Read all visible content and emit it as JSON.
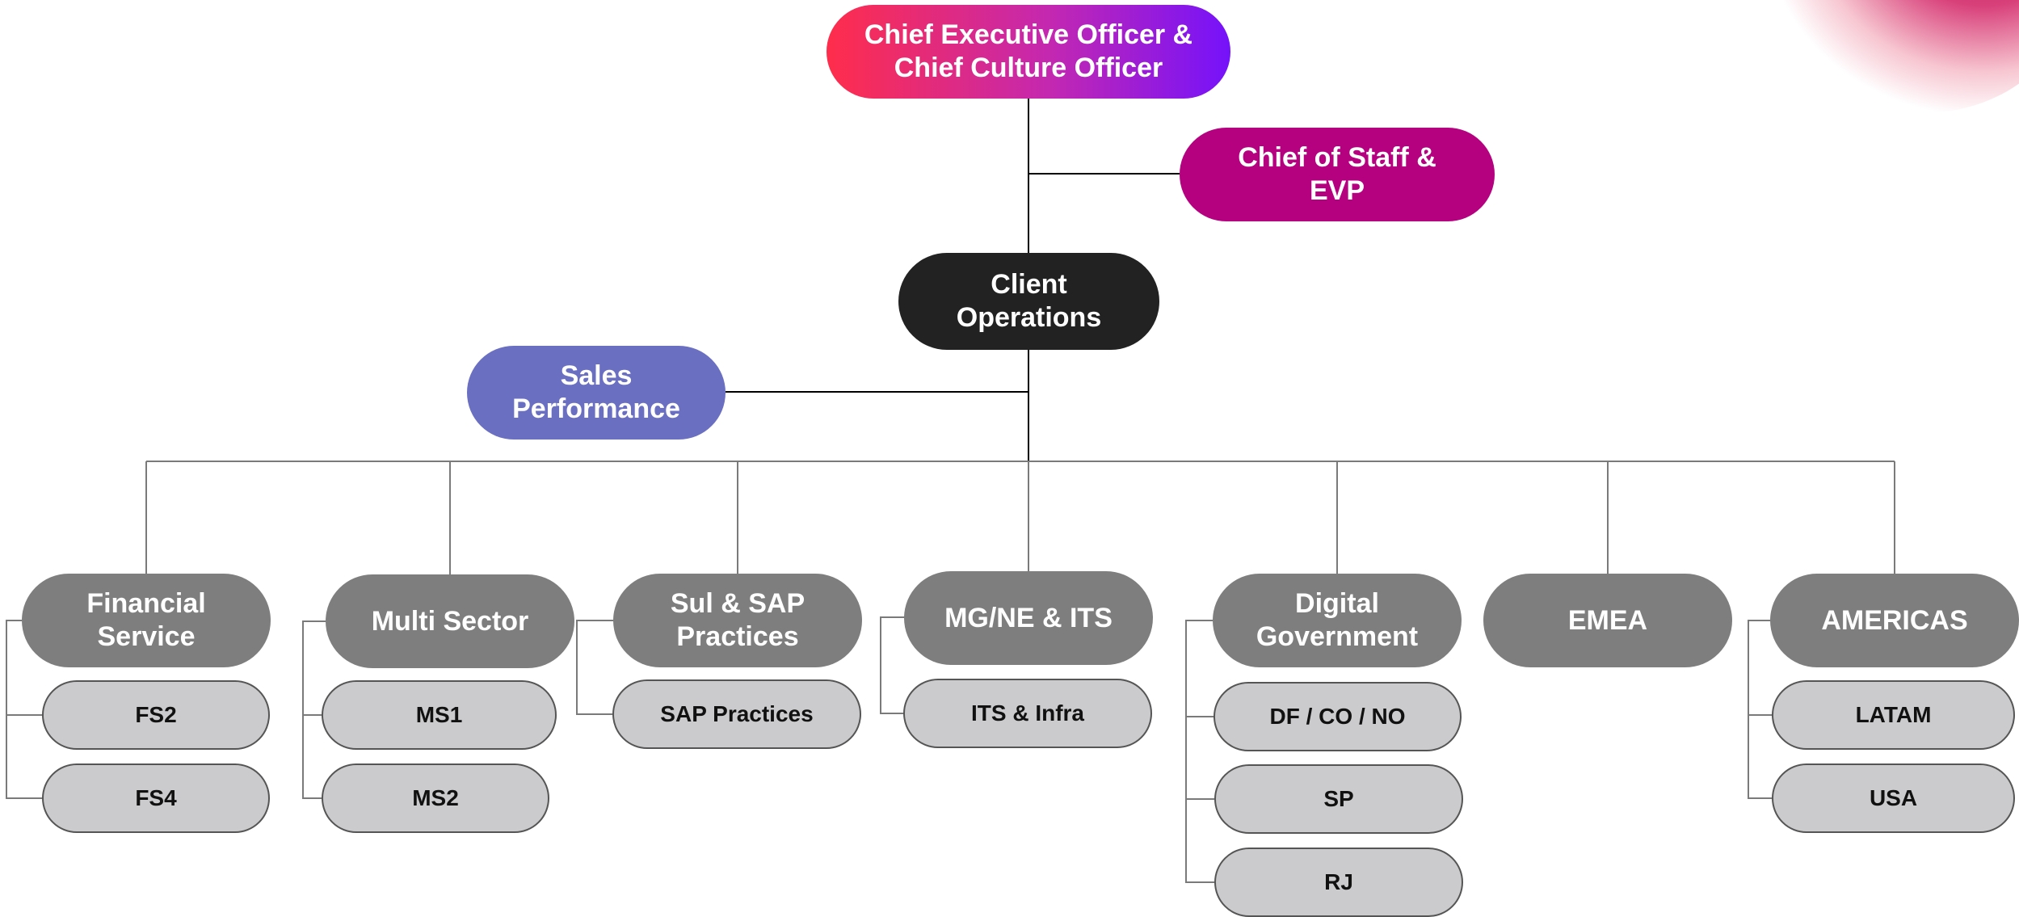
{
  "ceo": "Chief Executive Officer &\nChief Culture Officer",
  "chief_of_staff": "Chief of Staff &\nEVP",
  "client_operations": "Client\nOperations",
  "sales_performance": "Sales\nPerformance",
  "departments": [
    {
      "name": "Financial\nService",
      "subs": [
        "FS2",
        "FS4"
      ]
    },
    {
      "name": "Multi Sector",
      "subs": [
        "MS1",
        "MS2"
      ]
    },
    {
      "name": "Sul & SAP\nPractices",
      "subs": [
        "SAP Practices"
      ]
    },
    {
      "name": "MG/NE & ITS",
      "subs": [
        "ITS & Infra"
      ]
    },
    {
      "name": "Digital\nGovernment",
      "subs": [
        "DF / CO / NO",
        "SP",
        "RJ"
      ]
    },
    {
      "name": "EMEA",
      "subs": []
    },
    {
      "name": "AMERICAS",
      "subs": [
        "LATAM",
        "USA"
      ]
    }
  ],
  "colors": {
    "ceo_gradient": [
      "#ff2d4b",
      "#c428b0",
      "#7512fb"
    ],
    "chief_of_staff": "#b5017f",
    "client_operations": "#222222",
    "sales_performance": "#6a6fc1",
    "department": "#7e7e7e",
    "sub_unit": "#cbcbcd",
    "connector": "#7a7a7a"
  }
}
